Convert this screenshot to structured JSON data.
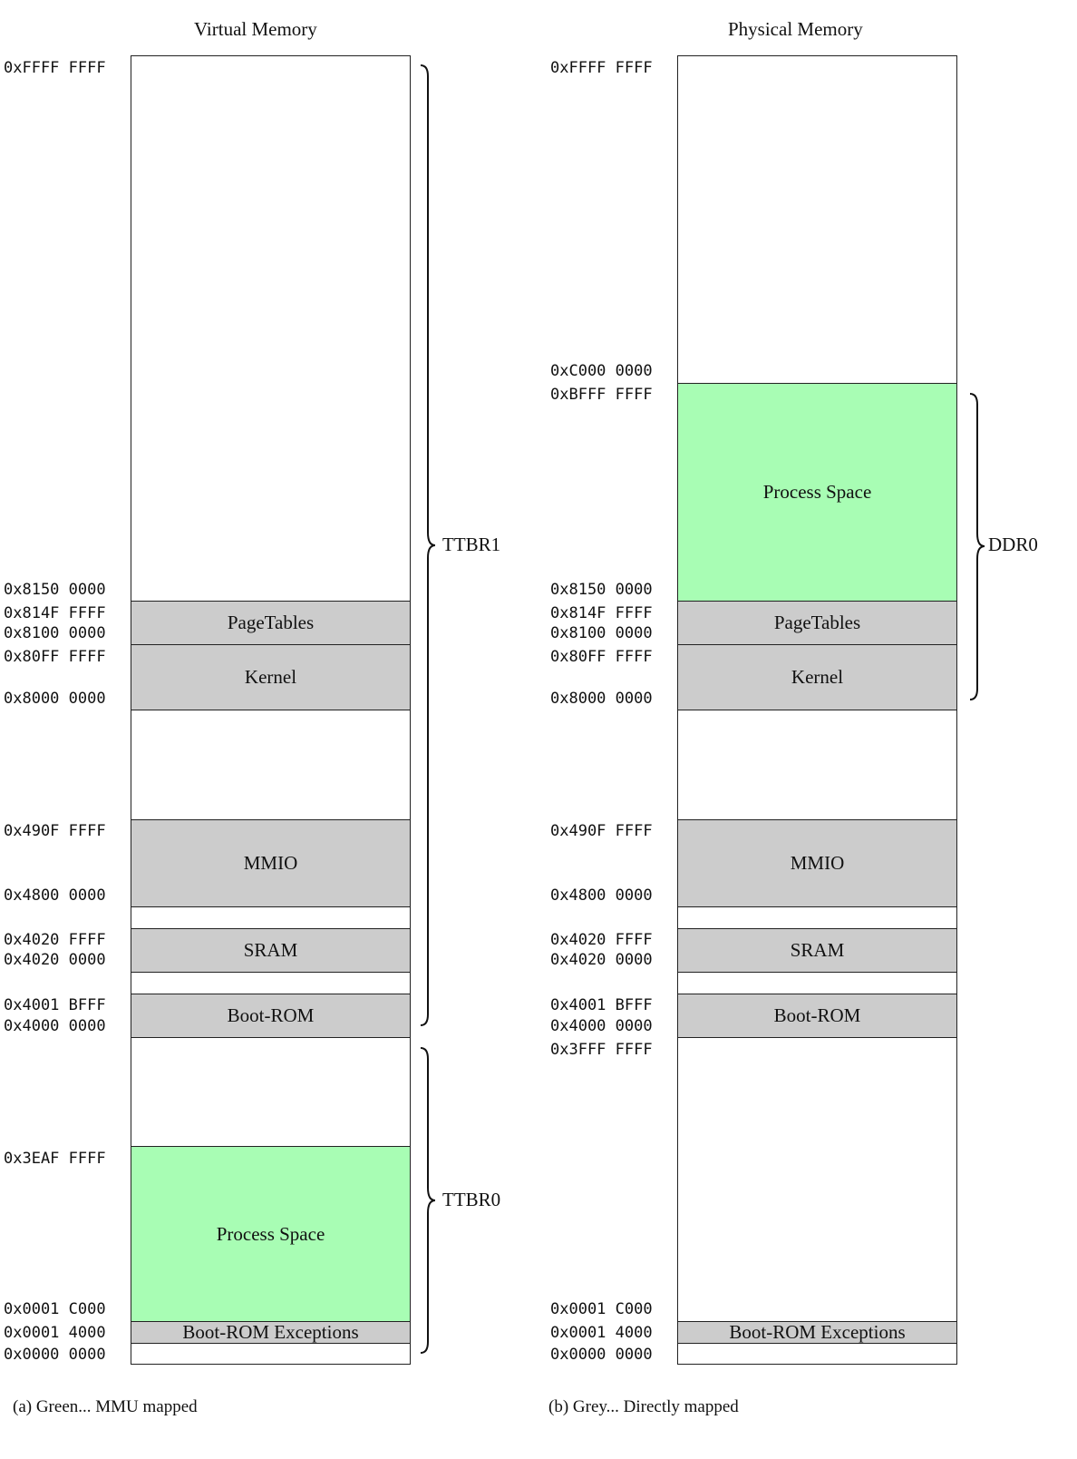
{
  "left": {
    "title": "Virtual Memory",
    "caption": "(a) Green... MMU mapped",
    "addresses": [
      "0xFFFF FFFF",
      "0x8150 0000",
      "0x814F FFFF",
      "0x8100 0000",
      "0x80FF FFFF",
      "0x8000 0000",
      "0x490F FFFF",
      "0x4800 0000",
      "0x4020 FFFF",
      "0x4020 0000",
      "0x4001 BFFF",
      "0x4000 0000",
      "0x3EAF FFFF",
      "0x0001 C000",
      "0x0001 4000",
      "0x0000 0000"
    ],
    "regions": [
      "PageTables",
      "Kernel",
      "MMIO",
      "SRAM",
      "Boot-ROM",
      "Process Space",
      "Boot-ROM Exceptions"
    ],
    "braces": [
      "TTBR1",
      "TTBR0"
    ]
  },
  "right": {
    "title": "Physical Memory",
    "caption": "(b) Grey... Directly mapped",
    "addresses": [
      "0xFFFF FFFF",
      "0xC000 0000",
      "0xBFFF FFFF",
      "0x8150 0000",
      "0x814F FFFF",
      "0x8100 0000",
      "0x80FF FFFF",
      "0x8000 0000",
      "0x490F FFFF",
      "0x4800 0000",
      "0x4020 FFFF",
      "0x4020 0000",
      "0x4001 BFFF",
      "0x4000 0000",
      "0x3FFF FFFF",
      "0x0001 C000",
      "0x0001 4000",
      "0x0000 0000"
    ],
    "regions": [
      "Process Space",
      "PageTables",
      "Kernel",
      "MMIO",
      "SRAM",
      "Boot-ROM",
      "Boot-ROM Exceptions"
    ],
    "braces": [
      "DDR0"
    ]
  },
  "colors": {
    "mapped": "#a8fdb4",
    "direct": "#cccccc"
  }
}
